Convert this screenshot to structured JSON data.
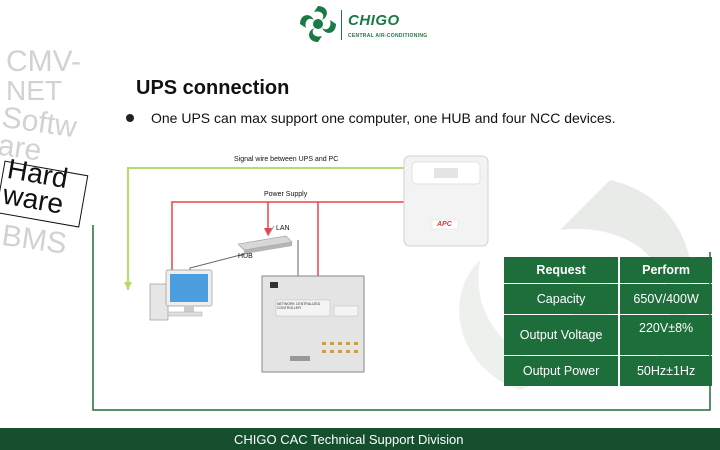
{
  "header": {
    "brand": "CHIGO",
    "subtitle": "CENTRAL AIR-CONDITIONING",
    "logo_icon": "chigo-swirl-logo-icon"
  },
  "decorative_words": {
    "cmv": "CMV-",
    "net": "NET",
    "soft": "Softw are",
    "hard": "Hard ware",
    "bms": "BMS"
  },
  "title": "UPS connection",
  "bullet": "One UPS can max support one computer, one HUB and four NCC devices.",
  "diagram": {
    "signal_wire_label": "Signal wire between UPS and PC",
    "power_supply_label": "Power Supply",
    "lan_label": "LAN",
    "hub_label": "HUB",
    "ups_brand": "APC",
    "controller_label": "NETWORK CENTRALIZED CONTROLLER",
    "colors": {
      "signal_wire": "#b8dc6a",
      "power_wire": "#e8444b",
      "bus_wire": "#1f6e3c",
      "lan_wire": "#666666"
    }
  },
  "spec_table": {
    "headers": [
      "Request",
      "Perform"
    ],
    "rows": [
      [
        "Capacity",
        "650V/400W"
      ],
      [
        "Output Voltage",
        "220V±8%"
      ],
      [
        "Output Power",
        "50Hz±1Hz"
      ]
    ]
  },
  "footer": {
    "text": "CHIGO CAC Technical Support Division"
  },
  "colors": {
    "brand_green": "#1a7a45",
    "table_green": "#1e6e3c",
    "footer_green": "#154f2e"
  }
}
